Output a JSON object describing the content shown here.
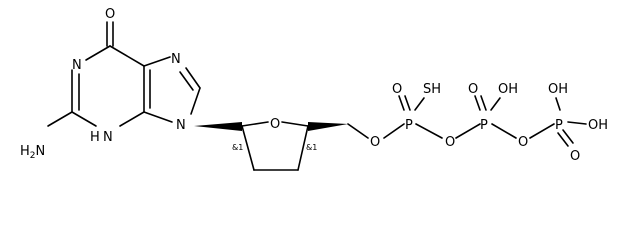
{
  "molecule": {
    "labels": {
      "oxo_o": "O",
      "n1": "N",
      "n7": "N",
      "n9": "N",
      "amine": "H2N",
      "n3h": "H",
      "n3": "N",
      "ring_o": "O",
      "ester_o": "O",
      "pa": "P",
      "pa_o": "O",
      "sh": "SH",
      "bridge_o1": "O",
      "pb": "P",
      "pb_o": "O",
      "pb_oh": "OH",
      "bridge_o2": "O",
      "pg": "P",
      "pg_o": "O",
      "pg_oh1": "OH",
      "pg_oh2": "OH"
    },
    "stereo": {
      "c1": "&1",
      "c4": "&1"
    }
  }
}
